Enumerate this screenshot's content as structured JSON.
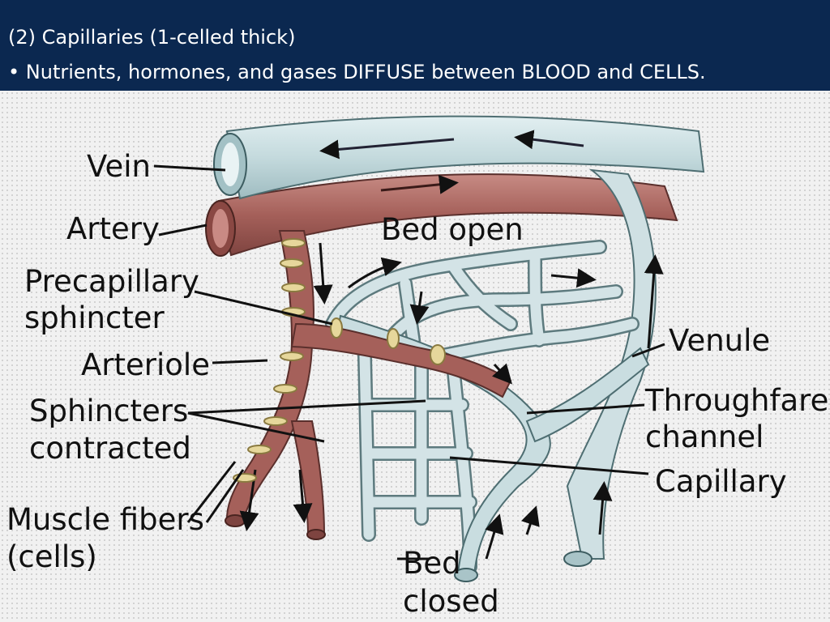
{
  "slide": {
    "title": "(2) Capillaries (1-celled thick)",
    "bullet": "• Nutrients, hormones, and gases DIFFUSE between BLOOD and CELLS."
  },
  "diagram": {
    "labels": {
      "vein": "Vein",
      "artery": "Artery",
      "bed_open": "Bed open",
      "precapillary_1": "Precapillary",
      "precapillary_2": "sphincter",
      "arteriole": "Arteriole",
      "sphincters_1": "Sphincters",
      "sphincters_2": "contracted",
      "muscle_1": "Muscle fibers",
      "muscle_2": "(cells)",
      "venule": "Venule",
      "throughfare_1": "Throughfare",
      "throughfare_2": "channel",
      "capillary": "Capillary",
      "bed_closed_1": "Bed",
      "bed_closed_2": "closed"
    },
    "colors": {
      "header_bg": "#0b2850",
      "vein": "#c8dde0",
      "artery": "#a5605a",
      "capillary": "#cfe0e3",
      "sphincter": "#e6d79b"
    }
  }
}
